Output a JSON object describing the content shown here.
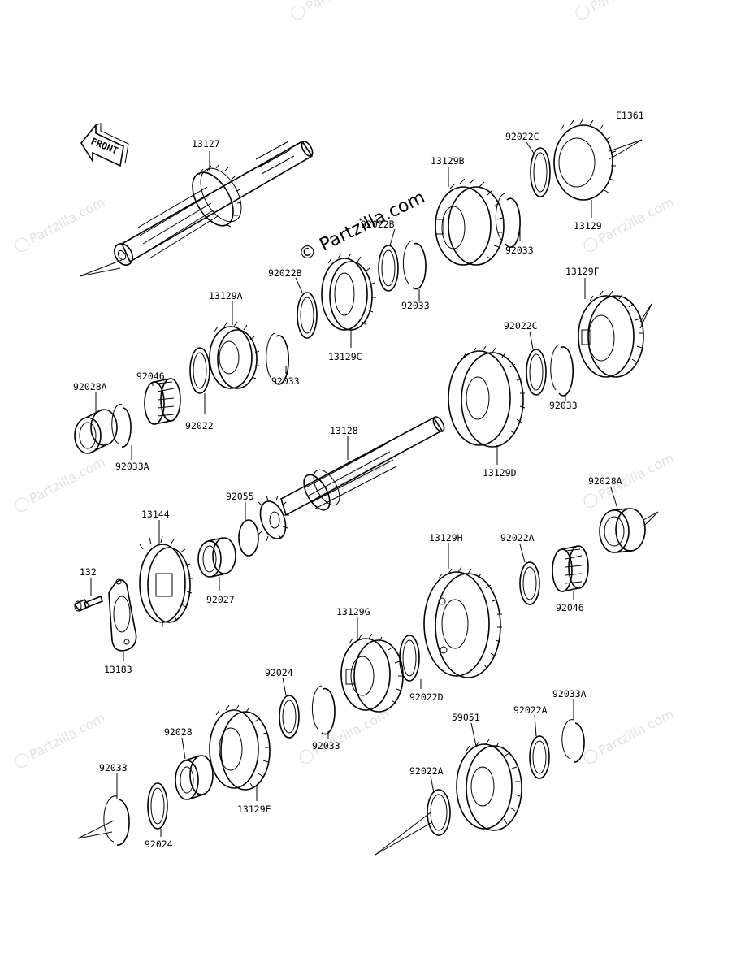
{
  "diagram": {
    "code": "E1361",
    "front_label": "FRONT",
    "watermark": "© Partzilla.com",
    "watermark_small": "Partzilla.com",
    "parts": {
      "p13127": "13127",
      "p13129B": "13129B",
      "p92022C_top": "92022C",
      "p13129": "13129",
      "p92033_a": "92033",
      "p92022B_a": "92022B",
      "p92033_b": "92033",
      "p92022B_b": "92022B",
      "p13129C": "13129C",
      "p13129A": "13129A",
      "p92033_c": "92033",
      "p92046_a": "92046",
      "p92022": "92022",
      "p92028A_a": "92028A",
      "p92033A_a": "92033A",
      "p13129F": "13129F",
      "p92022C_b": "92022C",
      "p92033_d": "92033",
      "p13128": "13128",
      "p13129D": "13129D",
      "p92028A_b": "92028A",
      "p92055": "92055",
      "p13144": "13144",
      "p92027": "92027",
      "p132": "132",
      "p13183": "13183",
      "p13129H": "13129H",
      "p92022A_a": "92022A",
      "p92046_b": "92046",
      "p13129G": "13129G",
      "p92022D": "92022D",
      "p92024_a": "92024",
      "p92033_e": "92033",
      "p92028": "92028",
      "p13129E": "13129E",
      "p92033_f": "92033",
      "p92024_b": "92024",
      "p92033A_b": "92033A",
      "p92022A_b": "92022A",
      "p59051": "59051",
      "p92022A_c": "92022A"
    }
  }
}
